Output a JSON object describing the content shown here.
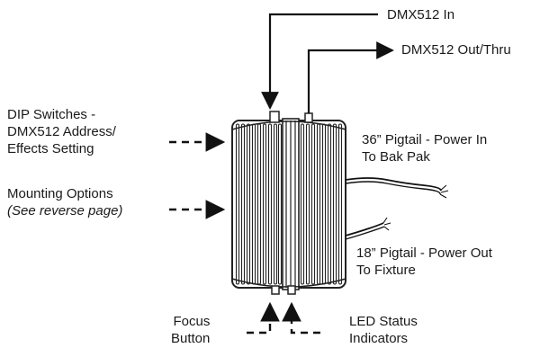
{
  "diagram": {
    "callouts": {
      "dmx_in": "DMX512 In",
      "dmx_out": "DMX512 Out/Thru",
      "dip_switches": [
        "DIP Switches -",
        "DMX512 Address/",
        "Effects Setting"
      ],
      "mounting": [
        "Mounting Options",
        "(See reverse page)"
      ],
      "pigtail_in": [
        "36” Pigtail - Power In",
        "To Bak Pak"
      ],
      "pigtail_out": [
        "18” Pigtail - Power Out",
        "To Fixture"
      ],
      "focus_button": [
        "Focus",
        "Button"
      ],
      "led_status": [
        "LED Status",
        "Indicators"
      ]
    },
    "icons": [
      "cooling-fin-enclosure",
      "solid-arrow",
      "dashed-arrow",
      "cable-wire"
    ]
  }
}
